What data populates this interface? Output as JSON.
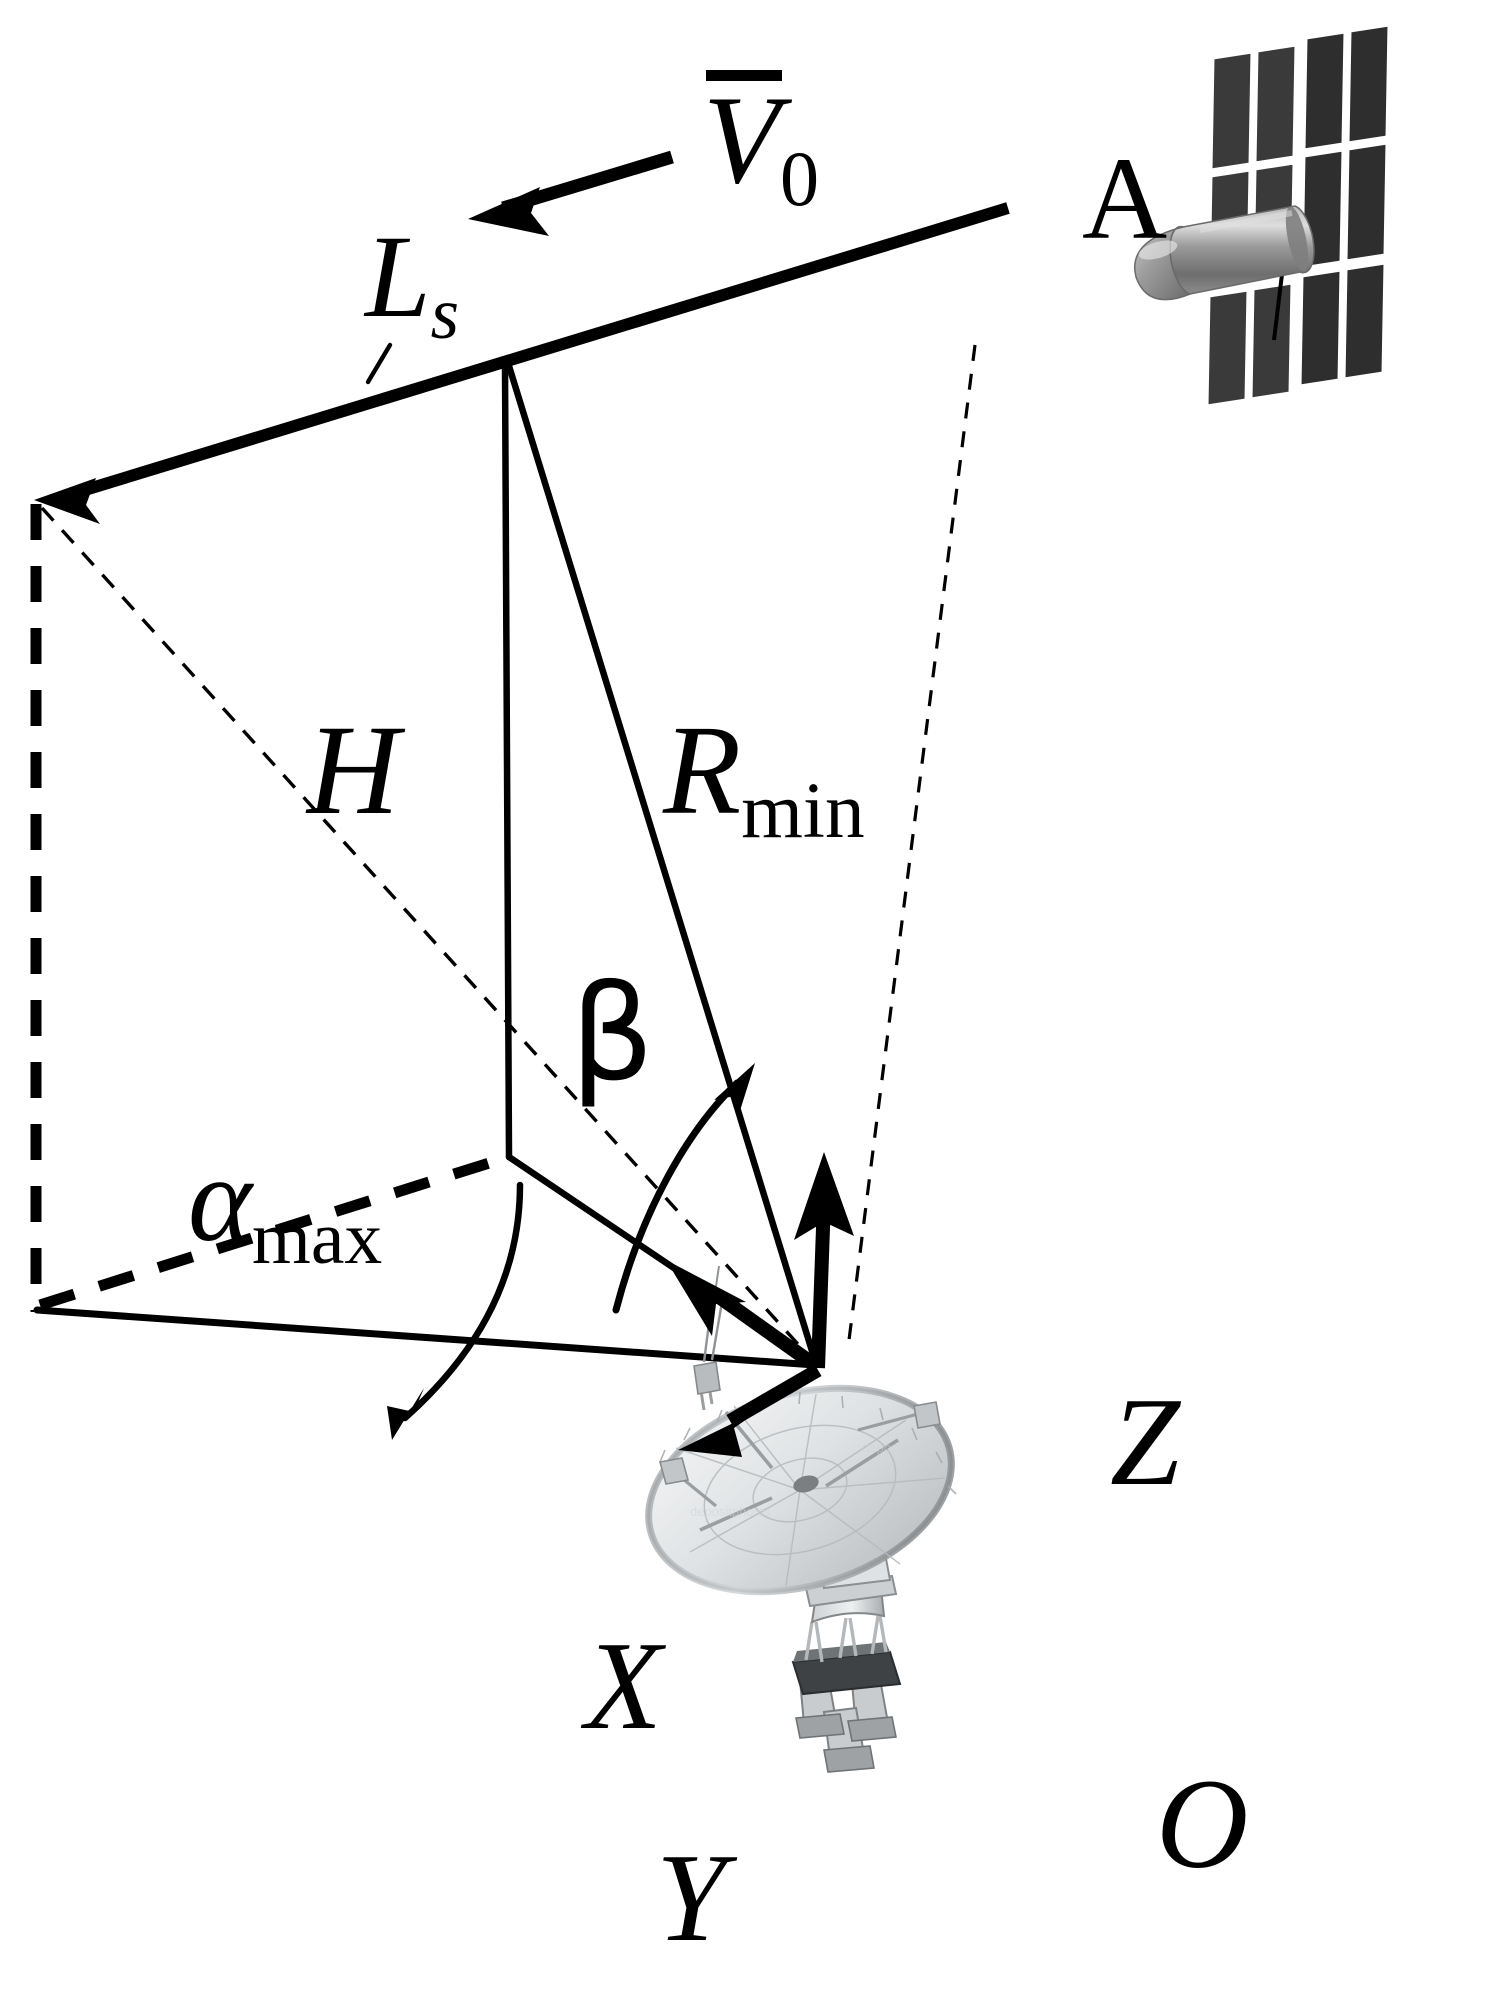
{
  "diagram": {
    "title": "Satellite pass geometry over ground station",
    "background_color": "#ffffff",
    "line_color": "#000000",
    "satellite_body_color": "#8a8a8a",
    "solar_panel_color": "#2b2b2b",
    "dish_color": "#d8dbdd"
  },
  "labels": {
    "velocity": {
      "symbol": "V",
      "subscript": "0",
      "overbar": true,
      "text": "V̂0"
    },
    "swath": {
      "symbol": "L",
      "subscript": "s",
      "text": "Ls"
    },
    "altitude": {
      "symbol": "H",
      "text": "H"
    },
    "slant_range": {
      "symbol": "R",
      "subscript": "min",
      "text": "Rmin"
    },
    "elevation_angle": {
      "symbol": "β",
      "text": "β"
    },
    "azimuth_angle": {
      "symbol": "α",
      "subscript": "max",
      "text": "αmax"
    },
    "satellite": {
      "text": "A"
    },
    "axis_x": {
      "text": "X"
    },
    "axis_y": {
      "text": "Y"
    },
    "axis_z": {
      "text": "Z"
    },
    "origin": {
      "text": "O"
    }
  },
  "chart_data": {
    "type": "diagram",
    "title": "Satellite pass geometry over ground station",
    "elements": [
      {
        "name": "satellite",
        "label": "A",
        "position": [
          1008,
          200
        ]
      },
      {
        "name": "ground-station",
        "label": "O",
        "position": [
          815,
          1365
        ]
      },
      {
        "name": "trajectory-line",
        "label": "Ls",
        "from": [
          1010,
          200
        ],
        "to": [
          45,
          500
        ]
      },
      {
        "name": "velocity-vector",
        "label": "V0",
        "from": [
          672,
          157
        ],
        "to": [
          470,
          218
        ]
      },
      {
        "name": "altitude-line",
        "label": "H",
        "from": [
          505,
          365
        ],
        "to": [
          510,
          1155
        ]
      },
      {
        "name": "slant-range-line",
        "label": "Rmin",
        "from": [
          510,
          365
        ],
        "to": [
          815,
          1365
        ]
      },
      {
        "name": "elevation-angle-arc",
        "label": "beta"
      },
      {
        "name": "azimuth-angle-arc",
        "label": "alpha-max"
      },
      {
        "name": "axis-x",
        "label": "X",
        "direction": "up-left"
      },
      {
        "name": "axis-y",
        "label": "Y",
        "direction": "down-left"
      },
      {
        "name": "axis-z",
        "label": "Z",
        "direction": "up"
      }
    ]
  }
}
